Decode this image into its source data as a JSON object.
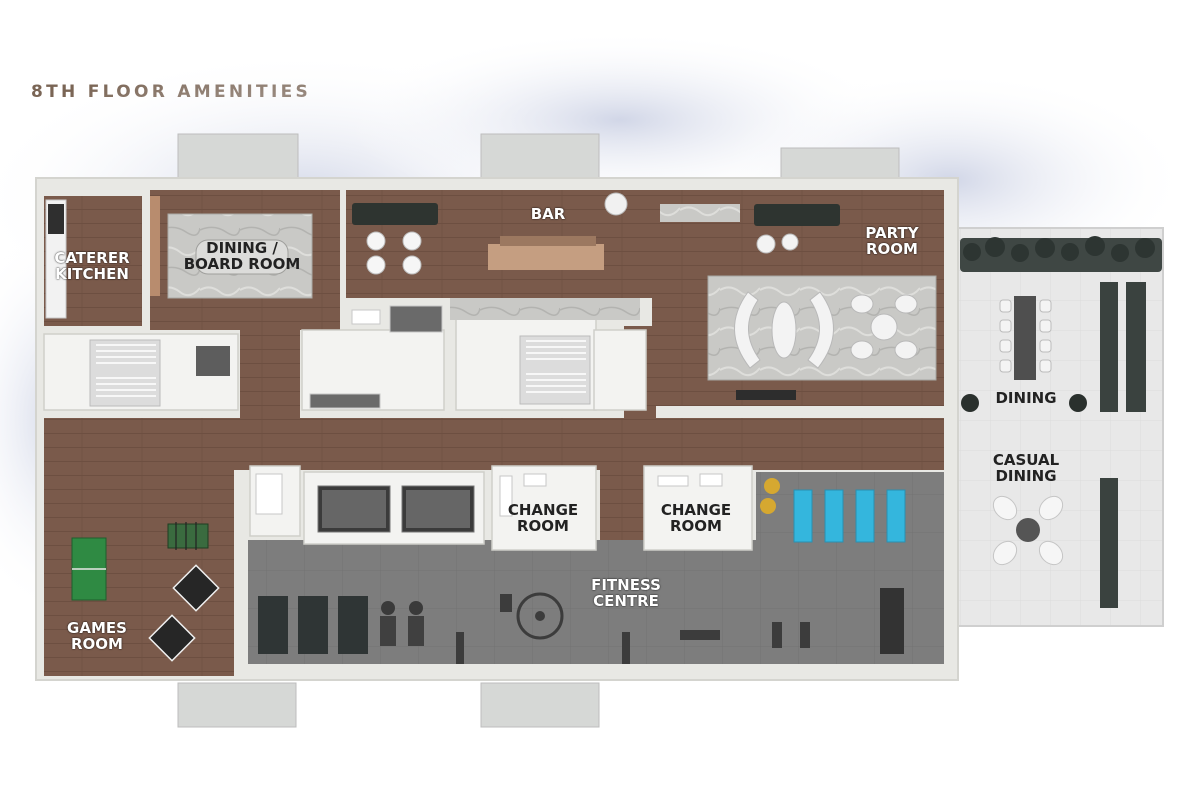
{
  "title": "8TH FLOOR AMENITIES",
  "colors": {
    "wood_floor": "#7a5a4b",
    "tile_floor": "#7c7c7c",
    "outdoor_terrace": "#e7e7e7",
    "wall": "#e9e9e5",
    "title_text": "#7a6555",
    "pool_blue": "#34b6dd"
  },
  "rooms": {
    "caterer_kitchen": {
      "line1": "CATERER",
      "line2": "KITCHEN"
    },
    "dining_board_room": {
      "line1": "DINING /",
      "line2": "BOARD ROOM"
    },
    "bar": {
      "line1": "BAR"
    },
    "party_room": {
      "line1": "PARTY",
      "line2": "ROOM"
    },
    "dining": {
      "line1": "DINING"
    },
    "casual_dining": {
      "line1": "CASUAL",
      "line2": "DINING"
    },
    "change_room_left": {
      "line1": "CHANGE",
      "line2": "ROOM"
    },
    "change_room_right": {
      "line1": "CHANGE",
      "line2": "ROOM"
    },
    "fitness_centre": {
      "line1": "FITNESS",
      "line2": "CENTRE"
    },
    "games_room": {
      "line1": "GAMES",
      "line2": "ROOM"
    }
  }
}
